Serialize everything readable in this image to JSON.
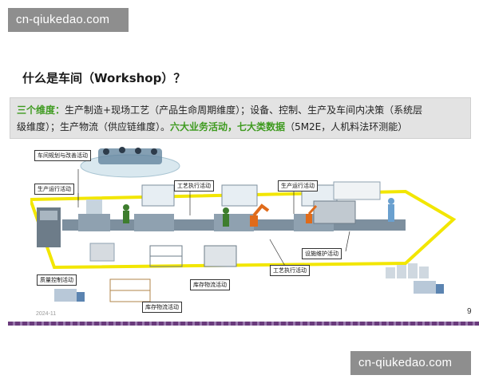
{
  "watermark": {
    "top": "cn-qiukedao.com",
    "bottom": "cn-qiukedao.com"
  },
  "slide": {
    "title": "什么是车间（Workshop）？",
    "description": {
      "lead": "三个维度：",
      "line1_rest": "生产制造+现场工艺（产品生命周期维度）；设备、控制、生产及车间内决策（系统层",
      "line2_start": "级维度）；生产物流（供应链维度）。",
      "six_activities": "六大业务活动",
      "comma": "，",
      "seven_data": "七大类数据",
      "line2_end": "（5M2E，人机料法环测能）"
    },
    "activities": {
      "workshop_planning": "车间规划与改善活动",
      "production_run_1": "生产运行活动",
      "process_exec_1": "工艺执行活动",
      "production_run_2": "生产运行活动",
      "equipment_maint": "设施维护活动",
      "process_exec_2": "工艺执行活动",
      "quality_control": "质量控制活动",
      "inventory_logistics_1": "库存物流活动",
      "inventory_logistics_2": "库存物流活动"
    },
    "date": "2024-11",
    "page_number": "9"
  },
  "colors": {
    "accent_green": "#3d9a1e",
    "conveyor_yellow": "#f2e600",
    "footer_purple": "#6a3b7c",
    "watermark_gray": "#8e8e8e"
  }
}
